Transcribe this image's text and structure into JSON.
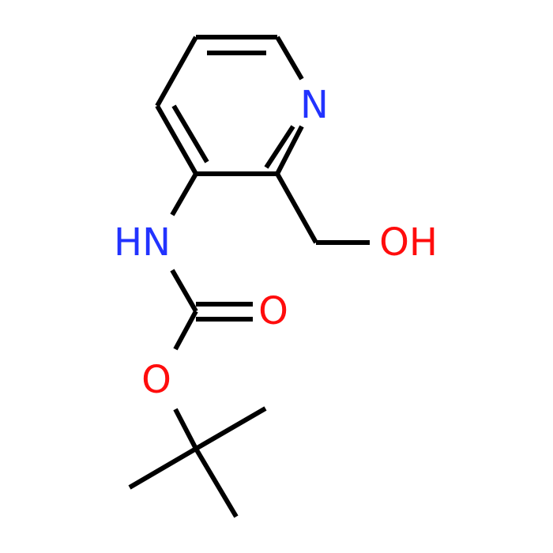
{
  "colors": {
    "background": "#ffffff",
    "bond": "#000000",
    "nitrogen": "#2233ff",
    "oxygen": "#ff0d0d"
  },
  "atoms": {
    "pyridine_n": {
      "text": "N",
      "element": "N"
    },
    "amine_nh": {
      "text": "HN",
      "element": "N"
    },
    "hydroxyl_oh": {
      "text": "OH",
      "element": "O"
    },
    "carbonyl_o": {
      "text": "O",
      "element": "O"
    },
    "ester_o": {
      "text": "O",
      "element": "O"
    }
  }
}
